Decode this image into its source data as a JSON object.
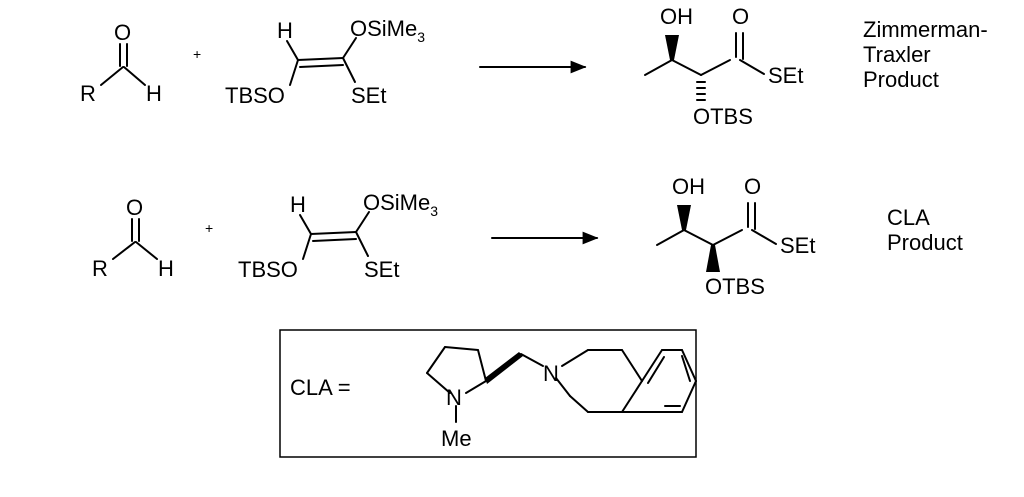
{
  "row1": {
    "aldehyde": {
      "o": "O",
      "r": "R",
      "h": "H"
    },
    "plus": "+",
    "enol": {
      "h": "H",
      "osime": "OSiMe",
      "osime_sub": "3",
      "tbso": "TBSO",
      "set": "SEt"
    },
    "product": {
      "oh": "OH",
      "o": "O",
      "set": "SEt",
      "otbs": "OTBS"
    },
    "label_lines": [
      "Zimmerman-",
      "Traxler",
      "Product"
    ]
  },
  "row2": {
    "aldehyde": {
      "o": "O",
      "r": "R",
      "h": "H"
    },
    "plus": "+",
    "enol": {
      "h": "H",
      "osime": "OSiMe",
      "osime_sub": "3",
      "tbso": "TBSO",
      "set": "SEt"
    },
    "product": {
      "oh": "OH",
      "o": "O",
      "set": "SEt",
      "otbs": "OTBS"
    },
    "label_lines": [
      "CLA",
      "Product"
    ]
  },
  "cla": {
    "title": "CLA =",
    "n1": "N",
    "me": "Me",
    "n2": "N"
  }
}
